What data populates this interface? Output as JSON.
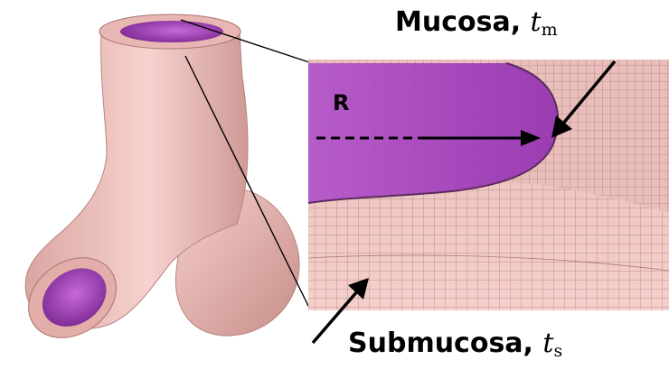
{
  "labels": {
    "mucosa": {
      "text": "Mucosa, ",
      "symbol": "t",
      "subscript": "m"
    },
    "submucosa": {
      "text": "Submucosa, ",
      "symbol": "t",
      "subscript": "s"
    },
    "radius": "R"
  },
  "colors": {
    "tissue_outer": "#f2c4c0",
    "tissue_shade": "#c98f8b",
    "lumen": "#b04fc6",
    "lumen_dark": "#7e2a94",
    "mesh_line": "#6a3a3a",
    "arrow": "#000000"
  }
}
